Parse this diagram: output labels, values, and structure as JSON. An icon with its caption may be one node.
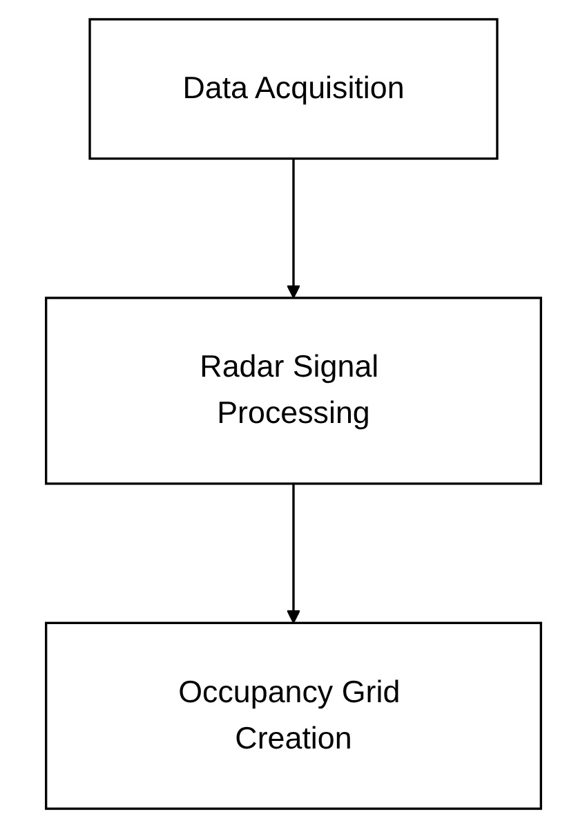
{
  "diagram": {
    "nodes": [
      {
        "text": [
          "Data Acquisition"
        ]
      },
      {
        "text": [
          "Radar Signal Processing"
        ]
      },
      {
        "text": [
          "Occupancy Grid Creation"
        ]
      }
    ],
    "edges": [
      {
        "from": 0,
        "to": 1,
        "arrow": "to"
      },
      {
        "from": 1,
        "to": 2,
        "arrow": "to"
      }
    ]
  }
}
